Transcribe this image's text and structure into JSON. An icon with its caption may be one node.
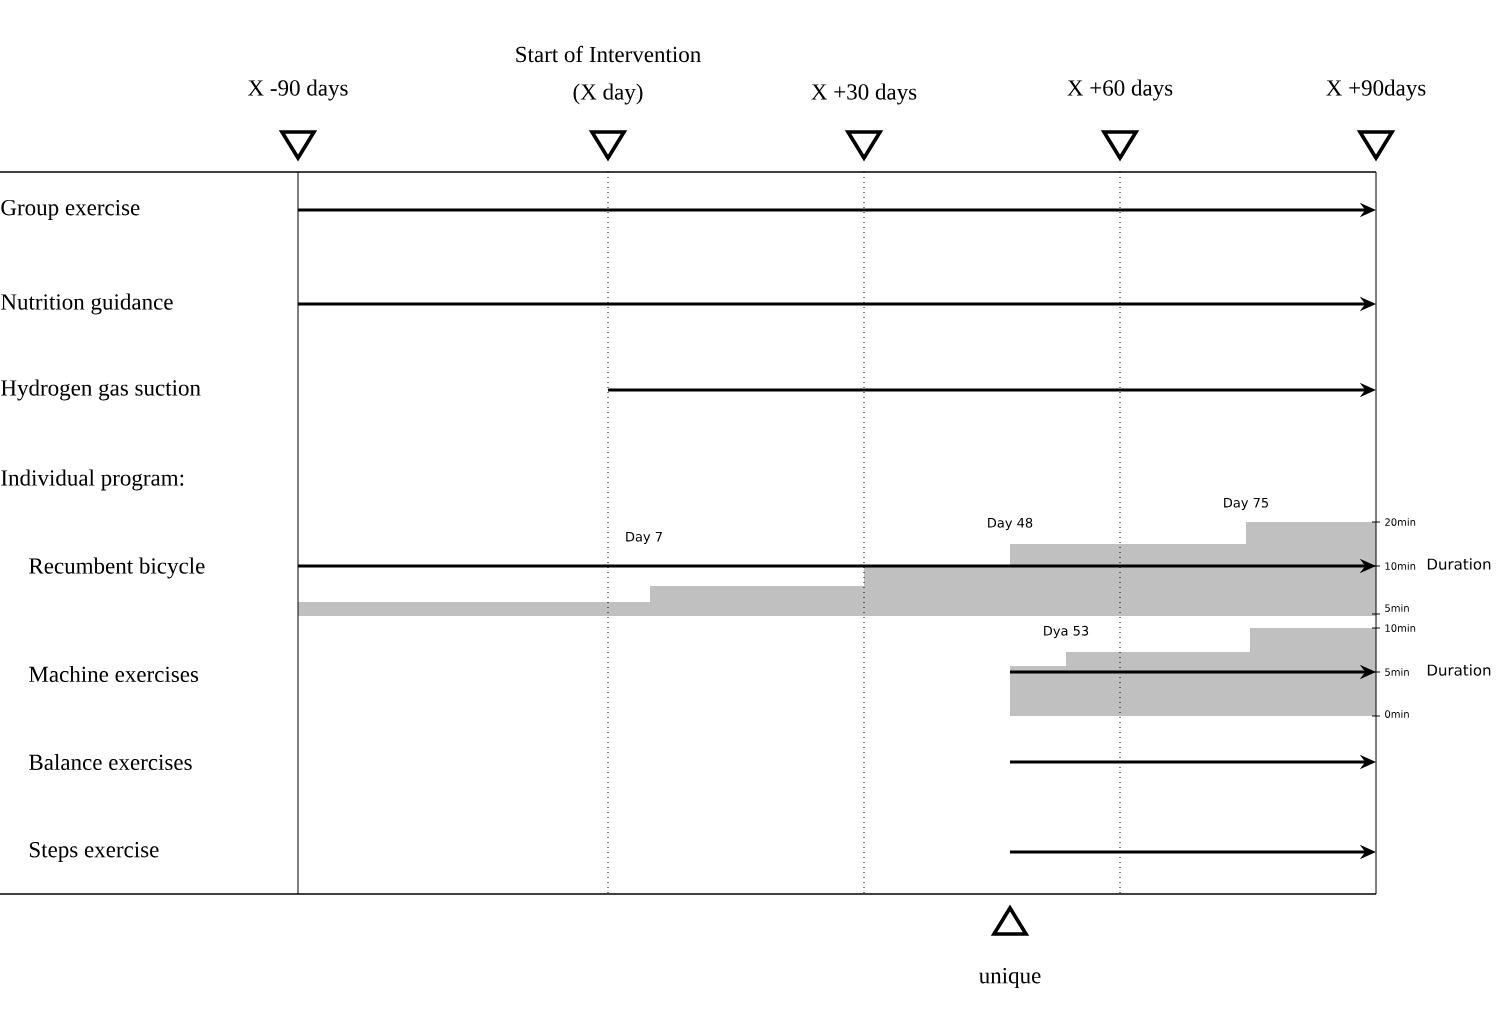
{
  "diagram": {
    "labels": [
      "Start of Intervention",
      "X -90 days",
      "(X day)",
      "X +30 days",
      "X +60 days",
      "X +90days",
      "Group exercise",
      "Nutrition guidance",
      "Hydrogen gas suction",
      "Individual program:",
      "Day 75",
      "20min",
      "Day 7",
      "Day 48",
      "Recumbent bicycle",
      "10min",
      "Duration",
      "5min",
      "10min",
      "Dya 53",
      "Machine exercises",
      "5min",
      "Duration",
      "0min",
      "Balance exercises",
      "Steps exercise",
      "unique"
    ]
  }
}
